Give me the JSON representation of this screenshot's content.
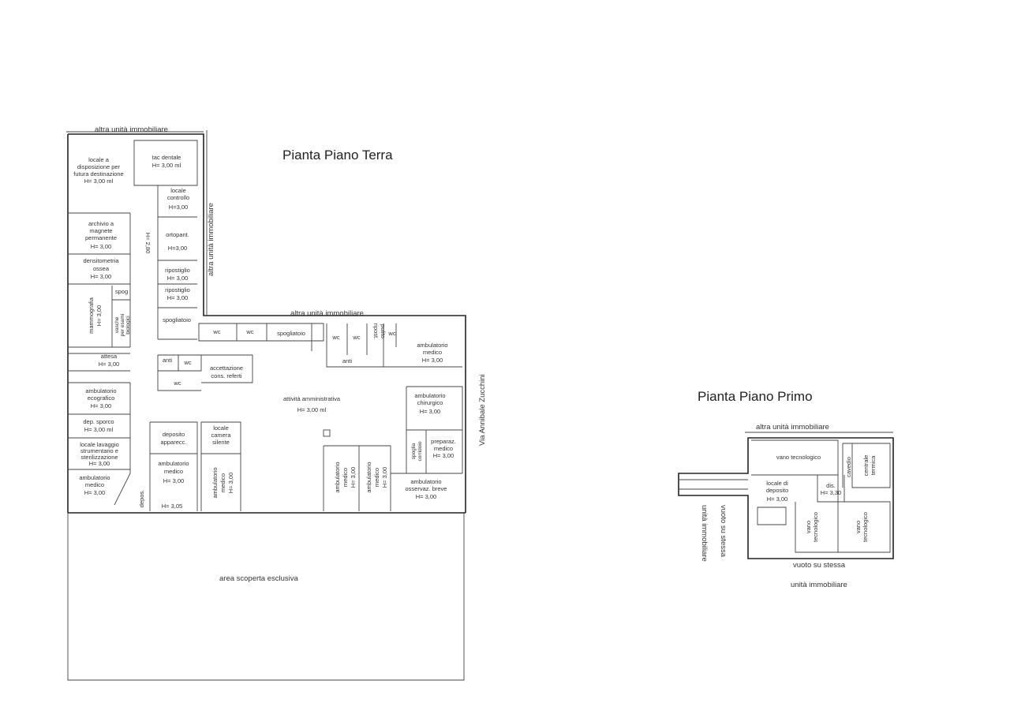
{
  "ground_floor": {
    "title": "Pianta Piano Terra",
    "top_neighbor": "altra unità immobiliare",
    "right_neighbor_vertical": "altra unità immobiliare",
    "mid_neighbor": "altra unità immobiliare",
    "street": "Via Annibale Zucchini",
    "outdoor_area": "area scoperta esclusiva",
    "rooms": [
      {
        "id": "locale-disposizione",
        "lines": [
          "locale a",
          "disposizione per",
          "futura destinazione",
          "H= 3,00 ml"
        ]
      },
      {
        "id": "tac-dentale",
        "lines": [
          "tac dentale",
          "H= 3,00 ml"
        ]
      },
      {
        "id": "locale-controllo",
        "lines": [
          "locale",
          "controllo",
          "H=3,00"
        ]
      },
      {
        "id": "archivio",
        "lines": [
          "archivio a",
          "magnete",
          "permanente",
          "H= 3,00"
        ]
      },
      {
        "id": "corridor-height",
        "lines": [
          "H= 2,80"
        ]
      },
      {
        "id": "ortopant",
        "lines": [
          "ortopant.",
          "H=3,00"
        ]
      },
      {
        "id": "densitometria",
        "lines": [
          "densitometria",
          "ossea",
          "H= 3,00"
        ]
      },
      {
        "id": "ripostiglio-1",
        "lines": [
          "ripostiglio",
          "H= 3,00"
        ]
      },
      {
        "id": "ripostiglio-2",
        "lines": [
          "ripostiglio",
          "H= 3,00"
        ]
      },
      {
        "id": "mammografia",
        "lines": [
          "mammografia",
          "H= 3,00"
        ]
      },
      {
        "id": "spog-small",
        "lines": [
          "spog"
        ]
      },
      {
        "id": "vasche",
        "lines": [
          "vasche",
          "per esami",
          "biologici"
        ]
      },
      {
        "id": "spogliatoio-1",
        "lines": [
          "spogliatoio"
        ]
      },
      {
        "id": "attesa",
        "lines": [
          "attesa",
          "H= 3,00"
        ]
      },
      {
        "id": "wc-1",
        "lines": [
          "wc"
        ]
      },
      {
        "id": "wc-2",
        "lines": [
          "wc"
        ]
      },
      {
        "id": "spogliatoio-2",
        "lines": [
          "spogliatoio"
        ]
      },
      {
        "id": "wc-3",
        "lines": [
          "wc"
        ]
      },
      {
        "id": "wc-4",
        "lines": [
          "wc"
        ]
      },
      {
        "id": "ripost-pulito",
        "lines": [
          "ripost.",
          "pulito"
        ]
      },
      {
        "id": "wc-5",
        "lines": [
          "wc"
        ]
      },
      {
        "id": "anti-1",
        "lines": [
          "anti"
        ]
      },
      {
        "id": "ambulatorio-medico-1",
        "lines": [
          "ambulatorio",
          "medico",
          "H= 3,00"
        ]
      },
      {
        "id": "anti-2",
        "lines": [
          "anti"
        ]
      },
      {
        "id": "wc-6",
        "lines": [
          "wc"
        ]
      },
      {
        "id": "accettazione",
        "lines": [
          "accettazione",
          "cons. referti"
        ]
      },
      {
        "id": "wc-7",
        "lines": [
          "wc"
        ]
      },
      {
        "id": "attivita-amministrativa",
        "lines": [
          "attività amministrativa",
          "H= 3,00 ml"
        ]
      },
      {
        "id": "ambulatorio-ecografico",
        "lines": [
          "ambulatorio",
          "ecografico",
          "H= 3,00"
        ]
      },
      {
        "id": "dep-sporco",
        "lines": [
          "dep. sporco",
          "H= 3,00 ml"
        ]
      },
      {
        "id": "locale-lavaggio",
        "lines": [
          "locale lavaggio",
          "strumentario e",
          "sterilizzazione",
          "H= 3,00"
        ]
      },
      {
        "id": "ambulatorio-medico-2",
        "lines": [
          "ambulatorio",
          "medico",
          "H= 3,00"
        ]
      },
      {
        "id": "deposito-apparecc",
        "lines": [
          "deposito",
          "apparecc."
        ]
      },
      {
        "id": "locale-camera-silente",
        "lines": [
          "locale",
          "camera",
          "silente"
        ]
      },
      {
        "id": "ambulatorio-medico-3",
        "lines": [
          "ambulatorio",
          "medico",
          "H= 3,00"
        ]
      },
      {
        "id": "ambulatorio-medico-4",
        "lines": [
          "ambulatorio",
          "medico",
          "H= 3,00"
        ]
      },
      {
        "id": "deposito-small",
        "lines": [
          "depos."
        ]
      },
      {
        "id": "h-305",
        "lines": [
          "H= 3,05"
        ]
      },
      {
        "id": "ambulatorio-chirurgico",
        "lines": [
          "ambulatorio",
          "chirurgico",
          "H= 3,00"
        ]
      },
      {
        "id": "spoglia-corridoio",
        "lines": [
          "spoglia",
          "corridoio"
        ]
      },
      {
        "id": "preparaz-medico",
        "lines": [
          "preparaz.",
          "medico",
          "H= 3,00"
        ]
      },
      {
        "id": "ambulatorio-medico-5",
        "lines": [
          "ambulatorio",
          "medico",
          "H= 3,00"
        ]
      },
      {
        "id": "ambulatorio-medico-6",
        "lines": [
          "ambulatorio",
          "medico",
          "H= 3,00"
        ]
      },
      {
        "id": "ambulatorio-osservaz",
        "lines": [
          "ambulatorio",
          "osservaz. breve",
          "H= 3,00"
        ]
      }
    ]
  },
  "first_floor": {
    "title": "Pianta Piano Primo",
    "top_neighbor": "altra unità immobiliare",
    "bottom_void": "vuoto su stessa",
    "bottom_neighbor": "unità immobiliare",
    "left_void_vertical": "vuoto su stessa",
    "left_neighbor_vertical": "unità immobiliare",
    "rooms": [
      {
        "id": "vano-tecnologico-1",
        "lines": [
          "vano tecnologico"
        ]
      },
      {
        "id": "cavedio",
        "lines": [
          "cavedio"
        ]
      },
      {
        "id": "centrale-termica",
        "lines": [
          "centrale",
          "termica"
        ]
      },
      {
        "id": "locale-deposito",
        "lines": [
          "locale di",
          "deposito",
          "H= 3,00"
        ]
      },
      {
        "id": "dis-h",
        "lines": [
          "dis.",
          "H= 3,30"
        ]
      },
      {
        "id": "vano-tecnologico-2",
        "lines": [
          "vano",
          "tecnologico"
        ]
      },
      {
        "id": "vano-tecnologico-3",
        "lines": [
          "vano",
          "tecnologico"
        ]
      }
    ]
  }
}
